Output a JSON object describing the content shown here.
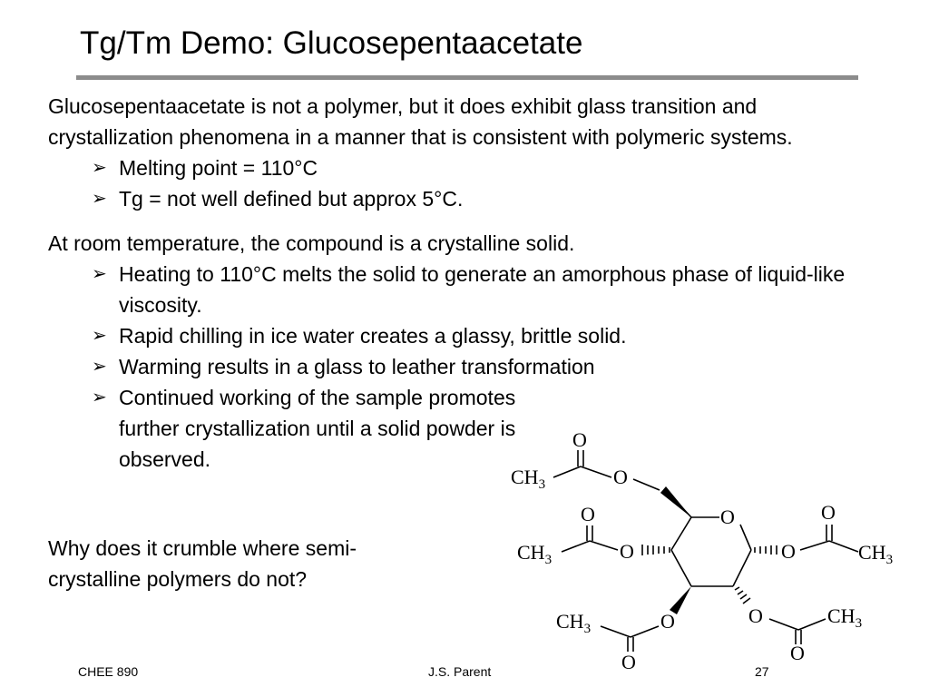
{
  "title": "Tg/Tm Demo: Glucosepentaacetate",
  "intro": "Glucosepentaacetate is not a polymer, but it does exhibit glass transition and crystallization phenomena in a manner that is consistent with polymeric systems.",
  "bullet_glyph": "➢",
  "props": [
    "Melting point = 110°C",
    "Tg = not well defined but approx 5°C."
  ],
  "room_temp": "At room temperature, the compound is a crystalline solid.",
  "steps": [
    "Heating to 110°C melts the solid to generate an amorphous phase of liquid-like viscosity.",
    "Rapid chilling in ice water creates a glassy, brittle solid.",
    "Warming results in a glass to leather transformation",
    "Continued working of the sample promotes further crystallization until a solid powder is observed."
  ],
  "question": "Why does it crumble where semi-crystalline polymers do not?",
  "molecule": {
    "oxygen": "O",
    "methyl": "CH",
    "methyl_sub": "3"
  },
  "footer": {
    "course": "CHEE 890",
    "author": "J.S. Parent",
    "page": "27"
  }
}
